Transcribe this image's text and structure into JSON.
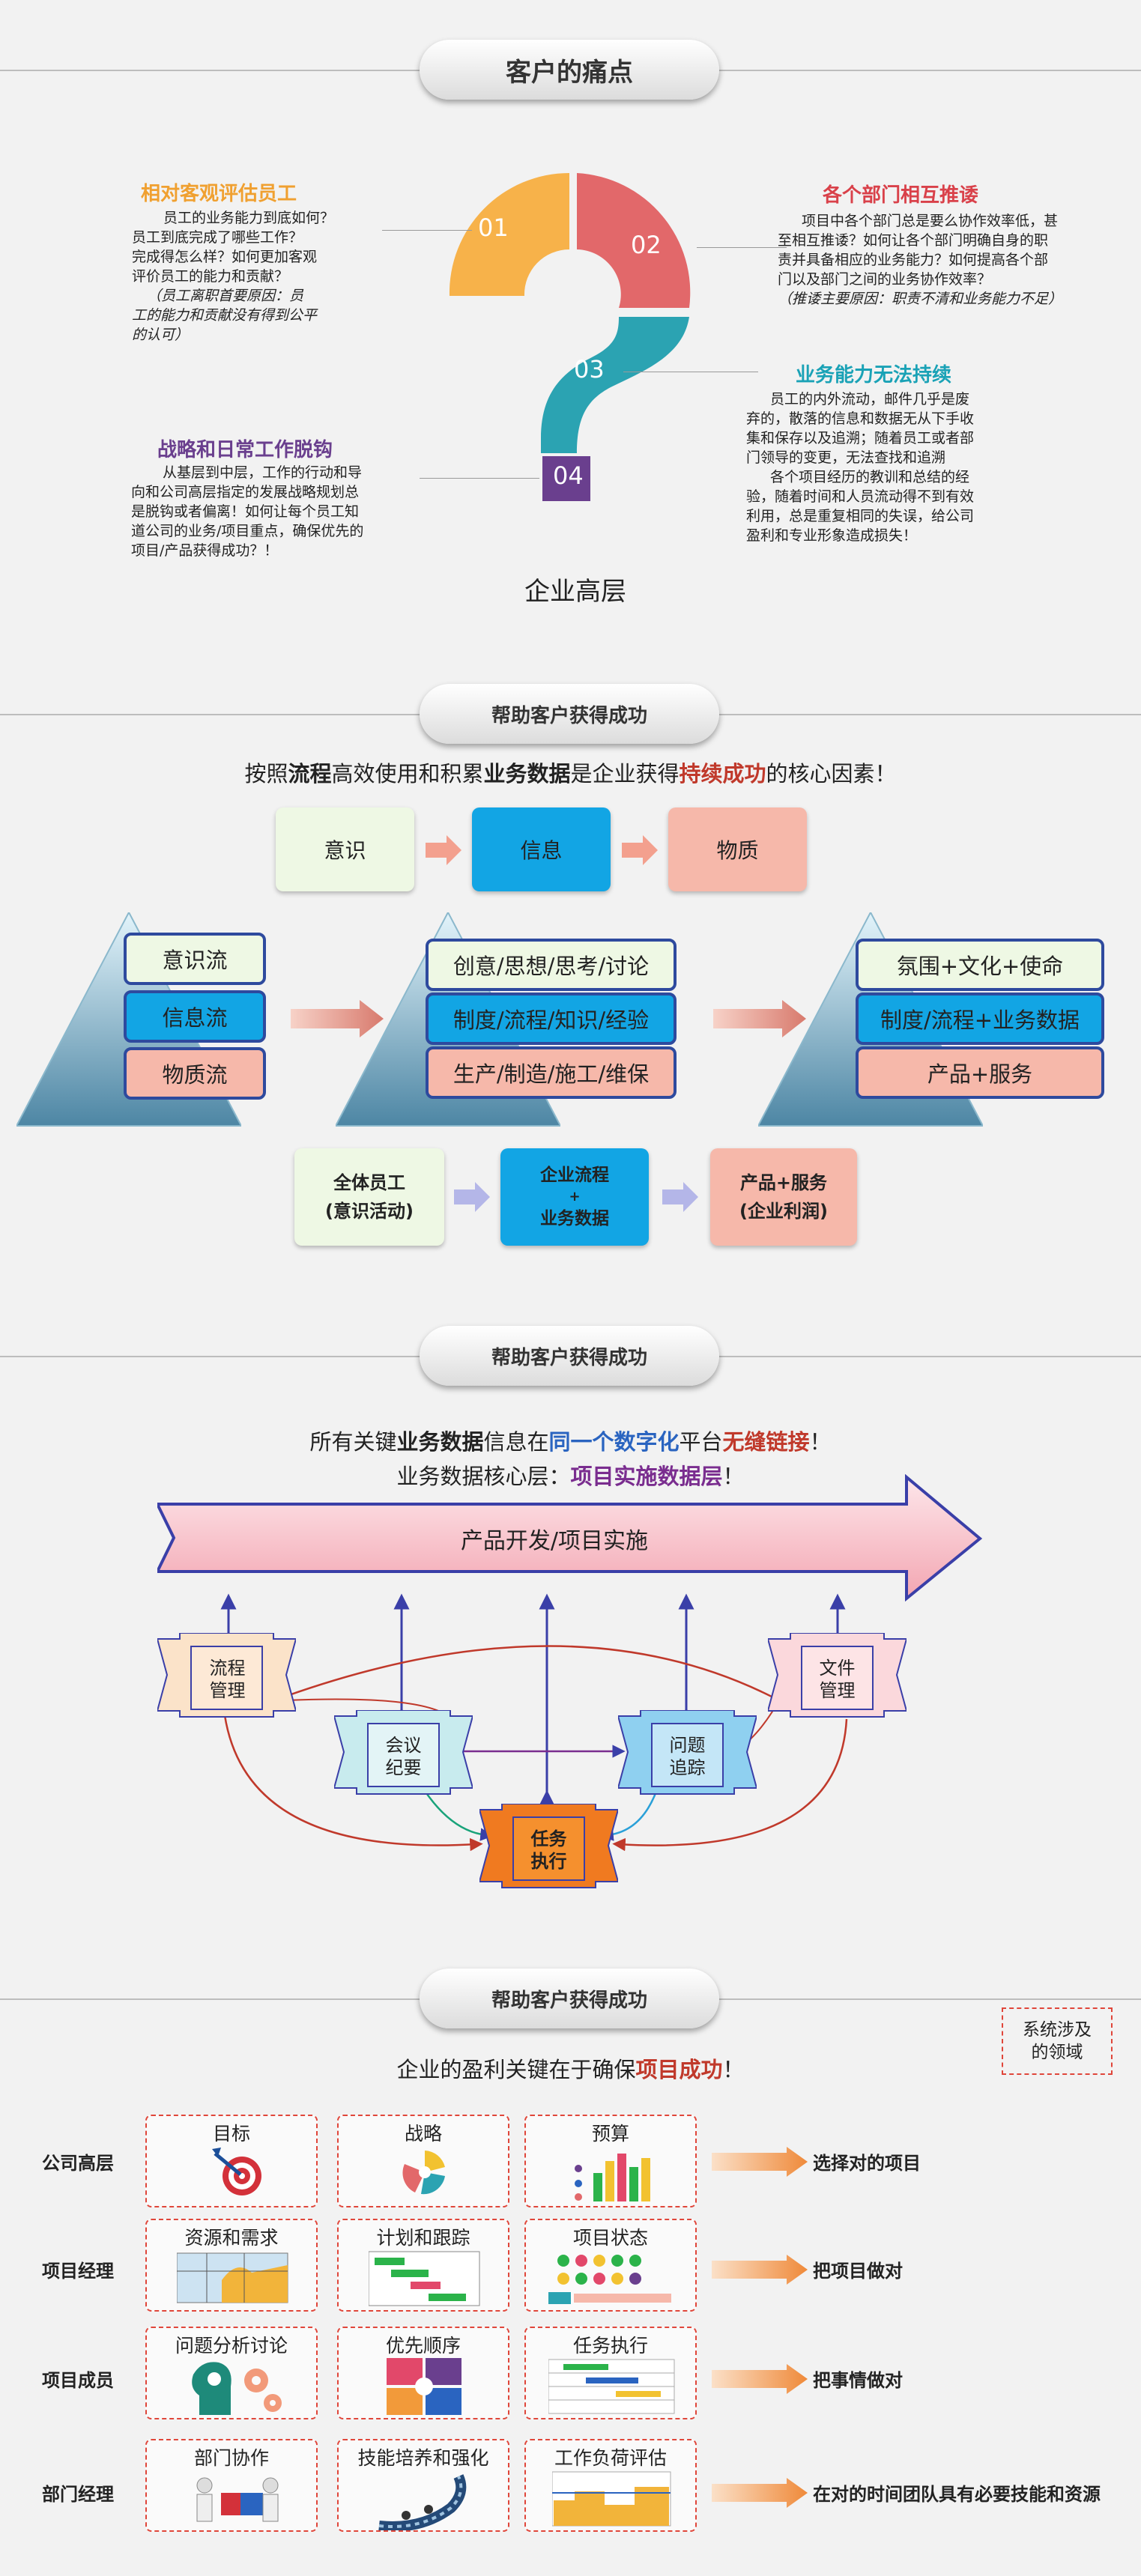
{
  "section1": {
    "title": "客户的痛点",
    "points": [
      {
        "num": "01",
        "title": "相对客观评估员工",
        "body": [
          "员工的业务能力到底如何？",
          "员工到底完成了哪些工作？",
          "完成得怎么样？如何更加客观",
          "评价员工的能力和贡献？"
        ],
        "note": [
          "（员工离职首要原因：员",
          "工的能力和贡献没有得到公平",
          "的认可）"
        ]
      },
      {
        "num": "02",
        "title": "各个部门相互推诿",
        "body": [
          "项目中各个部门总是要么协作效率低，甚",
          "至相互推诿？如何让各个部门明确自身的职",
          "责并具备相应的业务能力？如何提高各个部",
          "门以及部门之间的业务协作效率？"
        ],
        "note": [
          "（推诿主要原因：职责不清和业务能力不足）"
        ]
      },
      {
        "num": "03",
        "title": "业务能力无法持续",
        "body": [
          "员工的内外流动，邮件几乎是废",
          "弃的，散落的信息和数据无从下手收",
          "集和保存以及追溯；随着员工或者部",
          "门领导的变更，无法查找和追溯",
          "各个项目经历的教训和总结的经",
          "验，随着时间和人员流动得不到有效",
          "利用，总是重复相同的失误，给公司",
          "盈利和专业形象造成损失！"
        ]
      },
      {
        "num": "04",
        "title": "战略和日常工作脱钩",
        "body": [
          "从基层到中层，工作的行动和导",
          "向和公司高层指定的发展战略规划总",
          "是脱钩或者偏离！如何让每个员工知",
          "道公司的业务/项目重点，确保优先的",
          "项目/产品获得成功？！"
        ]
      }
    ],
    "bottom_label": "企业高层"
  },
  "section2": {
    "title": "帮助客户获得成功",
    "subtitle": {
      "p1": "按照",
      "b1": "流程",
      "p2": "高效使用和积累",
      "b2": "业务数据",
      "p3": "是企业获得",
      "b3": "持续成功",
      "p4": "的核心因素！"
    },
    "top_boxes": [
      "意识",
      "信息",
      "物质"
    ],
    "left_tiers": [
      "意识流",
      "信息流",
      "物质流"
    ],
    "mid_tiers": [
      "创意/思想/思考/讨论",
      "制度/流程/知识/经验",
      "生产/制造/施工/维保"
    ],
    "right_tiers": [
      "氛围+文化+使命",
      "制度/流程+业务数据",
      "产品+服务"
    ],
    "bottom_boxes": [
      {
        "l1": "全体员工",
        "l2": "(意识活动)"
      },
      {
        "l1": "企业流程",
        "l2": "+",
        "l3": "业务数据"
      },
      {
        "l1": "产品+服务",
        "l2": "(企业利润)"
      }
    ]
  },
  "section3": {
    "title": "帮助客户获得成功",
    "line1": {
      "p1": "所有关键",
      "b1": "业务数据",
      "p2": "信息在",
      "b2": "同一个数字化",
      "p3": "平台",
      "b3": "无缝链接",
      "p4": "！"
    },
    "line2": {
      "p1": "业务数据核心层：",
      "b1": "项目实施数据层",
      "p2": "！"
    },
    "banner": "产品开发/项目实施",
    "nodes": {
      "process": [
        "流程",
        "管理"
      ],
      "file": [
        "文件",
        "管理"
      ],
      "meeting": [
        "会议",
        "纪要"
      ],
      "issue": [
        "问题",
        "追踪"
      ],
      "task": [
        "任务",
        "执行"
      ]
    }
  },
  "section4": {
    "title": "帮助客户获得成功",
    "tag": [
      "系统涉及",
      "的领域"
    ],
    "subtitle": {
      "p1": "企业的盈利关键在于确保",
      "b1": "项目成功",
      "p2": "！"
    },
    "rows": [
      {
        "label": "公司高层",
        "cells": [
          "目标",
          "战略",
          "预算"
        ],
        "result": "选择对的项目"
      },
      {
        "label": "项目经理",
        "cells": [
          "资源和需求",
          "计划和跟踪",
          "项目状态"
        ],
        "result": "把项目做对"
      },
      {
        "label": "项目成员",
        "cells": [
          "问题分析讨论",
          "优先顺序",
          "任务执行"
        ],
        "result": "把事情做对"
      },
      {
        "label": "部门经理",
        "cells": [
          "部门协作",
          "技能培养和强化",
          "工作负荷评估"
        ],
        "result": "在对的时间团队具有必要技能和资源"
      }
    ]
  },
  "colors": {
    "orange": "#f7b24a",
    "coral": "#e2686a",
    "teal": "#2ba3b2",
    "purple": "#6a3f8e",
    "blue_box": "#12a5e4",
    "pink_box": "#f6b8aa",
    "green_box": "#eef8e4"
  }
}
